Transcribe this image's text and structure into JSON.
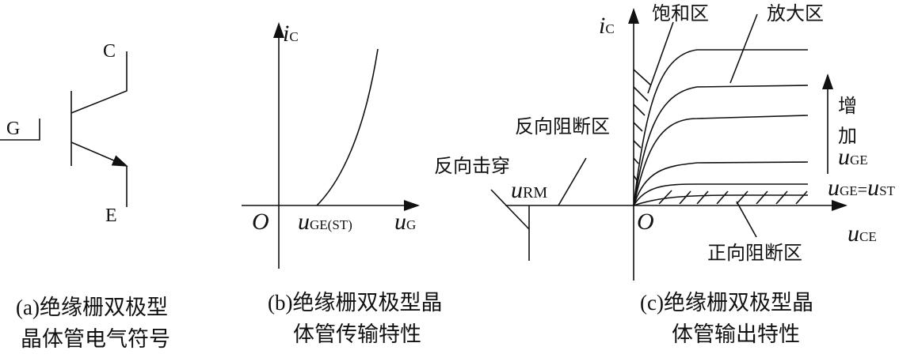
{
  "panel_a": {
    "labels": {
      "collector": "C",
      "gate": "G",
      "emitter": "E"
    },
    "caption": [
      "(a)绝缘栅双极型",
      "晶体管电气符号"
    ]
  },
  "panel_b": {
    "y_axis": {
      "var": "i",
      "sub": "C"
    },
    "origin": "O",
    "threshold": {
      "var": "u",
      "sub": "GE(ST)"
    },
    "x_axis": {
      "var": "u",
      "sub": "G"
    },
    "caption": [
      "(b)绝缘栅双极型晶",
      "体管传输特性"
    ]
  },
  "panel_c": {
    "y_axis": {
      "var": "i",
      "sub": "C"
    },
    "origin": "O",
    "x_axis": {
      "var": "u",
      "sub": "CE"
    },
    "regions": {
      "saturation": "饱和区",
      "active": "放大区",
      "reverse_block": "反向阻断区",
      "reverse_breakdown": "反向击穿",
      "forward_block": "正向阻断区"
    },
    "urm": {
      "var": "u",
      "sub": "RM"
    },
    "increase": [
      "增",
      "加"
    ],
    "uge": {
      "var": "u",
      "sub": "GE"
    },
    "threshold": {
      "var1": "u",
      "sub1": "GE",
      "eq": "=",
      "var2": "u",
      "sub2": "ST"
    },
    "caption": [
      "(c)绝缘栅双极型晶",
      "体管输出特性"
    ]
  }
}
